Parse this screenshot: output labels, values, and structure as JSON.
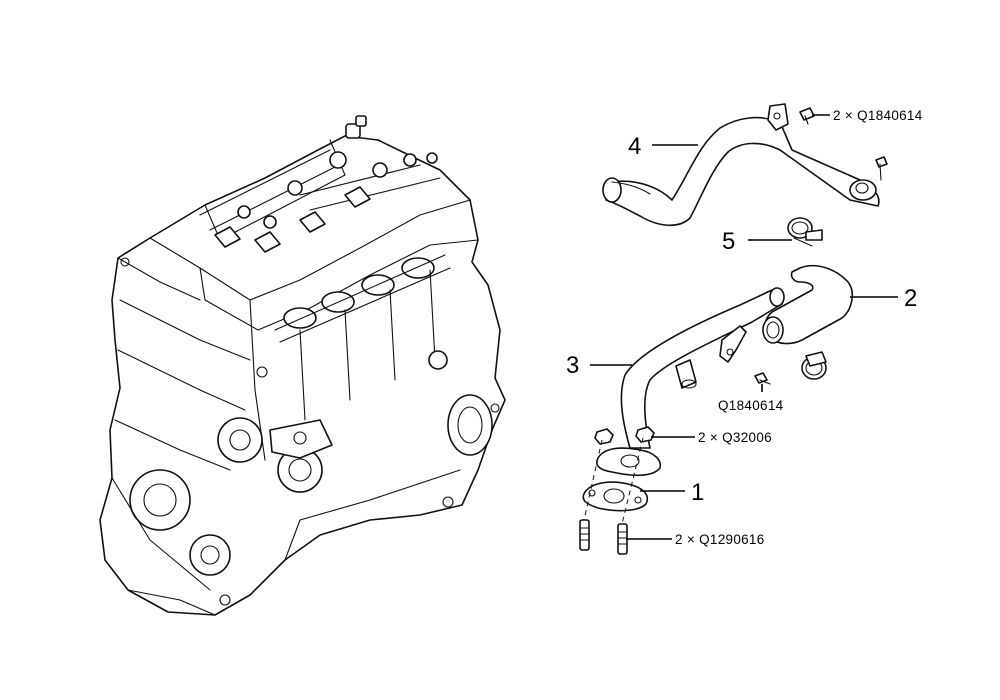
{
  "callouts": [
    {
      "id": "1",
      "label": "1"
    },
    {
      "id": "2",
      "label": "2"
    },
    {
      "id": "3",
      "label": "3"
    },
    {
      "id": "4",
      "label": "4"
    },
    {
      "id": "5",
      "label": "5"
    }
  ],
  "fasteners": [
    {
      "id": "bolt-pipe4",
      "label": "2 × Q1840614"
    },
    {
      "id": "bolt-pipe3",
      "label": "Q1840614"
    },
    {
      "id": "nuts-flange",
      "label": "2 × Q32006"
    },
    {
      "id": "studs-flange",
      "label": "2 × Q1290616"
    }
  ]
}
